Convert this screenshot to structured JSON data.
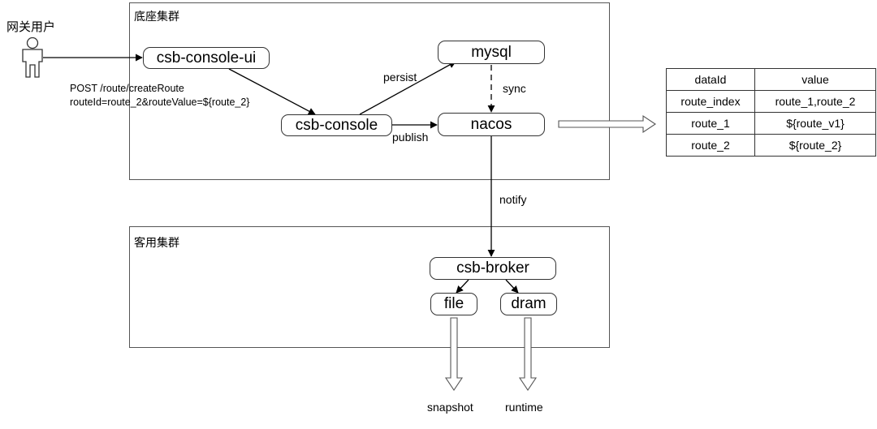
{
  "user": {
    "label": "网关用户",
    "icon": "person-icon"
  },
  "clusters": {
    "base": {
      "title": "底座集群"
    },
    "tenant": {
      "title": "客用集群"
    }
  },
  "nodes": {
    "console_ui": "csb-console-ui",
    "console": "csb-console",
    "mysql": "mysql",
    "nacos": "nacos",
    "broker": "csb-broker",
    "file": "file",
    "dram": "dram"
  },
  "request": {
    "line1": "POST /route/createRoute",
    "line2": "routeId=route_2&routeValue=${route_2}"
  },
  "edges": {
    "persist": "persist",
    "sync": "sync",
    "publish": "publish",
    "notify": "notify"
  },
  "outputs": {
    "snapshot": "snapshot",
    "runtime": "runtime"
  },
  "table": {
    "headers": [
      "dataId",
      "value"
    ],
    "rows": [
      [
        "route_index",
        "route_1,route_2"
      ],
      [
        "route_1",
        "${route_v1}"
      ],
      [
        "route_2",
        "${route_2}"
      ]
    ]
  }
}
